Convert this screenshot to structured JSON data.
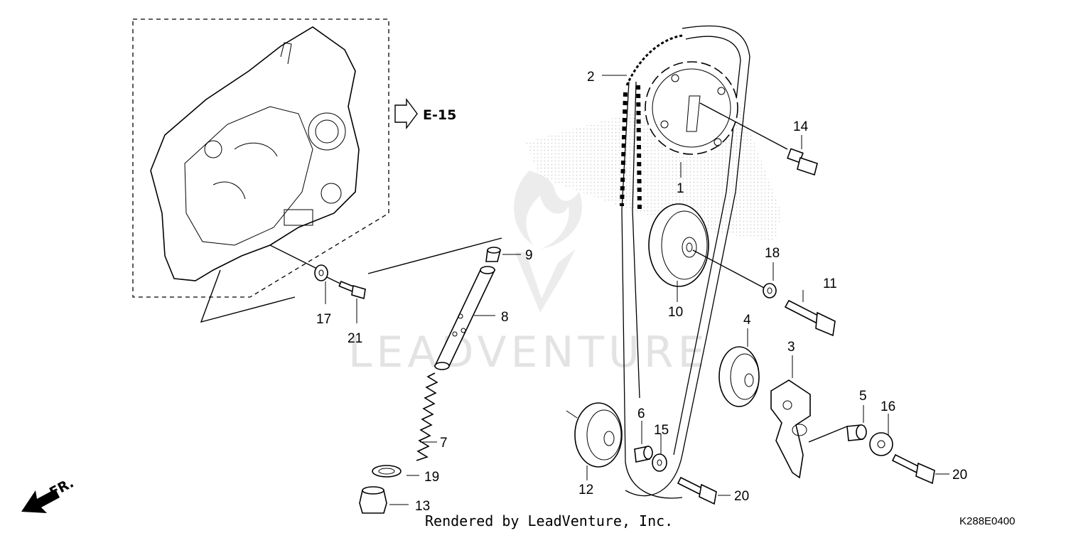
{
  "diagram": {
    "reference": {
      "text": "E-15"
    },
    "watermark": {
      "text": "LEADVENTURE"
    },
    "footer": {
      "rendered_by": "Rendered by LeadVenture, Inc.",
      "code": "K288E0400"
    },
    "direction": {
      "text": "FR."
    },
    "callouts": [
      {
        "id": "1",
        "text": "1"
      },
      {
        "id": "2",
        "text": "2"
      },
      {
        "id": "3",
        "text": "3"
      },
      {
        "id": "4",
        "text": "4"
      },
      {
        "id": "5",
        "text": "5"
      },
      {
        "id": "6",
        "text": "6"
      },
      {
        "id": "7",
        "text": "7"
      },
      {
        "id": "8",
        "text": "8"
      },
      {
        "id": "9",
        "text": "9"
      },
      {
        "id": "10",
        "text": "10"
      },
      {
        "id": "11",
        "text": "11"
      },
      {
        "id": "12",
        "text": "12"
      },
      {
        "id": "13",
        "text": "13"
      },
      {
        "id": "14",
        "text": "14"
      },
      {
        "id": "15",
        "text": "15"
      },
      {
        "id": "16",
        "text": "16"
      },
      {
        "id": "17",
        "text": "17"
      },
      {
        "id": "18",
        "text": "18"
      },
      {
        "id": "19",
        "text": "19"
      },
      {
        "id": "20a",
        "text": "20"
      },
      {
        "id": "20b",
        "text": "20"
      },
      {
        "id": "21",
        "text": "21"
      }
    ]
  }
}
